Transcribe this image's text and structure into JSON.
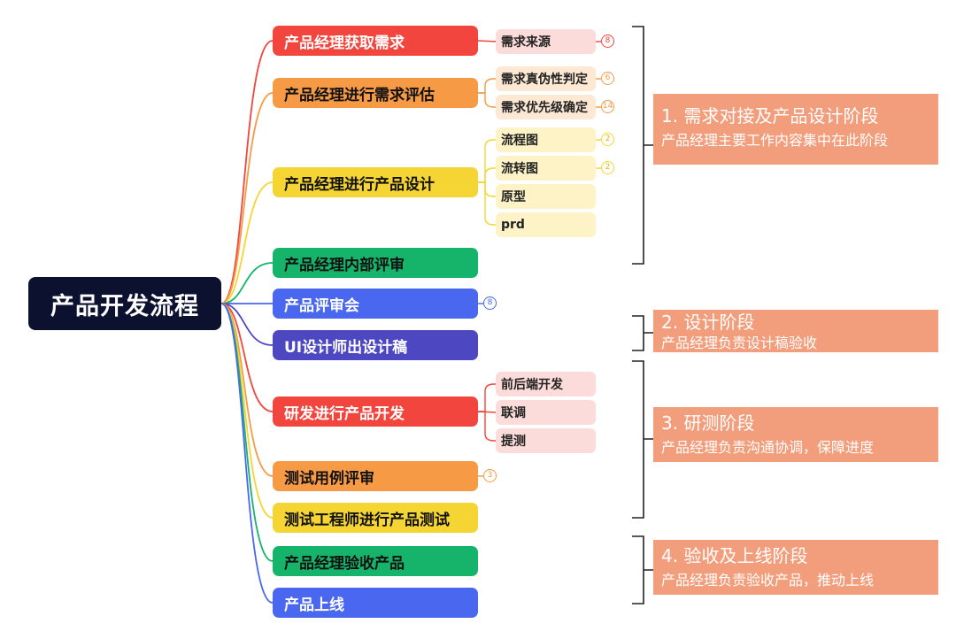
{
  "root": {
    "label": "产品开发流程"
  },
  "nodes": [
    {
      "label": "产品经理获取需求"
    },
    {
      "label": "产品经理进行需求评估"
    },
    {
      "label": "产品经理进行产品设计"
    },
    {
      "label": "产品经理内部评审"
    },
    {
      "label": "产品评审会",
      "badge": "8"
    },
    {
      "label": "UI设计师出设计稿"
    },
    {
      "label": "研发进行产品开发"
    },
    {
      "label": "测试用例评审",
      "badge": "3"
    },
    {
      "label": "测试工程师进行产品测试"
    },
    {
      "label": "产品经理验收产品"
    },
    {
      "label": "产品上线"
    }
  ],
  "leaves": [
    {
      "label": "需求来源",
      "badge": "8"
    },
    {
      "label": "需求真伪性判定",
      "badge": "6"
    },
    {
      "label": "需求优先级确定",
      "badge": "14"
    },
    {
      "label": "流程图",
      "badge": "2"
    },
    {
      "label": "流转图",
      "badge": "2"
    },
    {
      "label": "原型"
    },
    {
      "label": "prd"
    },
    {
      "label": "前后端开发"
    },
    {
      "label": "联调"
    },
    {
      "label": "提测"
    }
  ],
  "stages": [
    {
      "title": "1. 需求对接及产品设计阶段",
      "desc": "产品经理主要工作内容集中在此阶段"
    },
    {
      "title": "2. 设计阶段",
      "desc": "产品经理负责设计稿验收"
    },
    {
      "title": "3. 研测阶段",
      "desc": "产品经理负责沟通协调，保障进度"
    },
    {
      "title": "4. 验收及上线阶段",
      "desc": "产品经理负责验收产品，推动上线"
    }
  ],
  "colors": {
    "root": "#0d1130",
    "red": "#f2453d",
    "orange": "#f79a46",
    "yellow": "#f5d533",
    "green": "#16b46b",
    "blue": "#4a67f0",
    "indigo": "#4d47c2",
    "leaf_red": "#fcdcda",
    "leaf_orange": "#fde8d4",
    "leaf_yellow": "#fdf3c6",
    "stage_fill": "#f29e7c",
    "bracket": "#222222"
  }
}
